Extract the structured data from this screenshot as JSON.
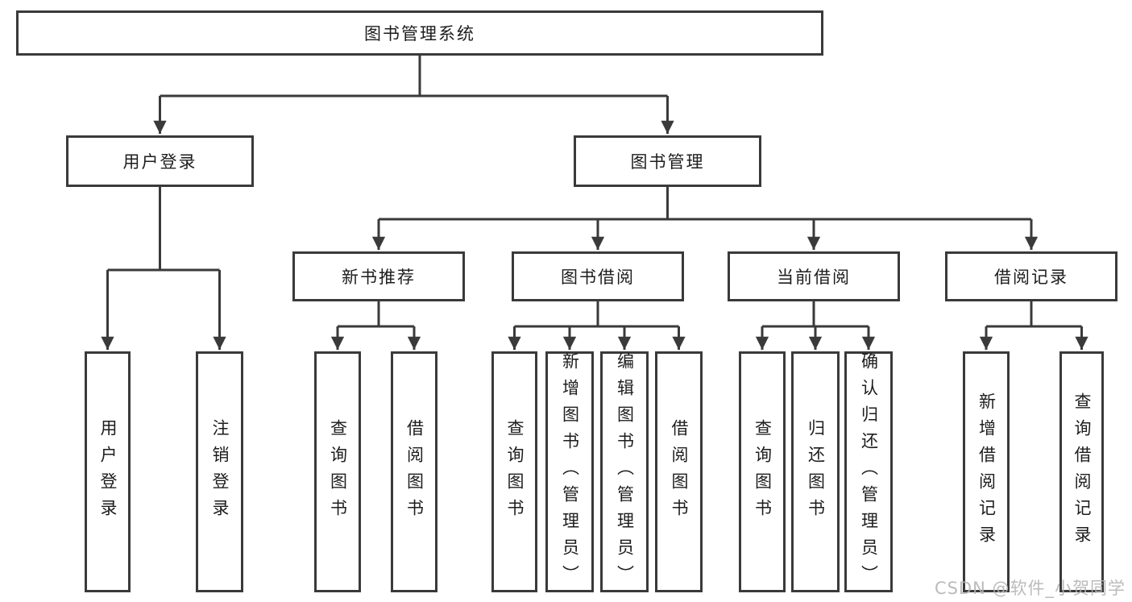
{
  "diagram": {
    "title": "图书管理系统",
    "level2": [
      {
        "label": "用户登录"
      },
      {
        "label": "图书管理"
      }
    ],
    "level3": [
      {
        "label": "新书推荐"
      },
      {
        "label": "图书借阅"
      },
      {
        "label": "当前借阅"
      },
      {
        "label": "借阅记录"
      }
    ],
    "leaves": [
      {
        "label": "用户登录"
      },
      {
        "label": "注销登录"
      },
      {
        "label": "查询图书"
      },
      {
        "label": "借阅图书"
      },
      {
        "label": "查询图书"
      },
      {
        "label": "新增图书（管理员）"
      },
      {
        "label": "编辑图书（管理员）"
      },
      {
        "label": "借阅图书"
      },
      {
        "label": "查询图书"
      },
      {
        "label": "归还图书"
      },
      {
        "label": "确认归还（管理员）"
      },
      {
        "label": "新增借阅记录"
      },
      {
        "label": "查询借阅记录"
      }
    ]
  },
  "watermark": "CSDN @软件_小贺同学",
  "colors": {
    "line": "#3a3a3a",
    "text": "#1d1d1d",
    "watermark": "#b4b4b4",
    "background": "#ffffff"
  }
}
